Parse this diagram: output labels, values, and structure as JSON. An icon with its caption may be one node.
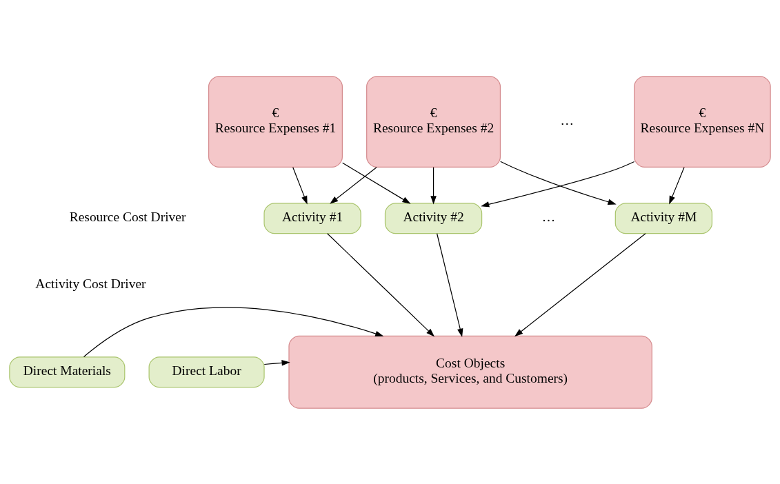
{
  "diagram": {
    "nodes": [
      {
        "text": [
          "€",
          "Resource Expenses #1"
        ]
      },
      {
        "text": [
          "€",
          "Resource Expenses #2"
        ]
      },
      {
        "text": [
          "€",
          "Resource Expenses #N"
        ]
      },
      {
        "text": [
          "Activity #1"
        ]
      },
      {
        "text": [
          "Activity #2"
        ]
      },
      {
        "text": [
          "Activity #M"
        ]
      },
      {
        "text": [
          "Direct Materials"
        ]
      },
      {
        "text": [
          "Direct Labor"
        ]
      },
      {
        "text": [
          "Cost Objects",
          "(products, Services, and Customers)"
        ]
      }
    ],
    "edges": [
      {
        "from": 0,
        "to": 3,
        "arrow": "to"
      },
      {
        "from": 0,
        "to": 4,
        "arrow": "to"
      },
      {
        "from": 1,
        "to": 3,
        "arrow": "to"
      },
      {
        "from": 1,
        "to": 4,
        "arrow": "to"
      },
      {
        "from": 1,
        "to": 5,
        "arrow": "to"
      },
      {
        "from": 2,
        "to": 4,
        "arrow": "to"
      },
      {
        "from": 2,
        "to": 5,
        "arrow": "to"
      },
      {
        "from": 3,
        "to": 8,
        "arrow": "to"
      },
      {
        "from": 4,
        "to": 8,
        "arrow": "to"
      },
      {
        "from": 5,
        "to": 8,
        "arrow": "to"
      },
      {
        "from": 6,
        "to": 8,
        "arrow": "to"
      },
      {
        "from": 7,
        "to": 8,
        "arrow": "to"
      }
    ],
    "labels": [
      "…",
      "Resource Cost Driver",
      "…",
      "Activity Cost Driver"
    ]
  }
}
